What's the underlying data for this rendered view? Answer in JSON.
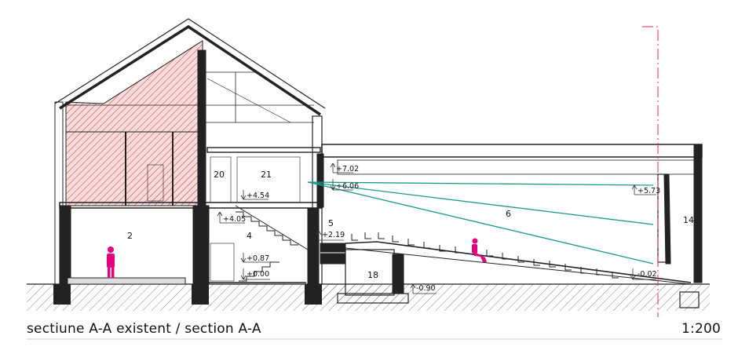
{
  "caption": {
    "title": "sectiune A-A existent / section A-A",
    "scale": "1:200"
  },
  "rooms": [
    {
      "id": "2",
      "label": "2"
    },
    {
      "id": "4",
      "label": "4"
    },
    {
      "id": "5",
      "label": "5"
    },
    {
      "id": "6",
      "label": "6"
    },
    {
      "id": "14",
      "label": "14"
    },
    {
      "id": "18",
      "label": "18"
    },
    {
      "id": "20",
      "label": "20"
    },
    {
      "id": "21",
      "label": "21"
    }
  ],
  "levels": [
    {
      "id": "l702",
      "label": "+7.02"
    },
    {
      "id": "l606",
      "label": "+6.06"
    },
    {
      "id": "l573",
      "label": "+5.73"
    },
    {
      "id": "l454",
      "label": "+4.54"
    },
    {
      "id": "l405",
      "label": "+4.05"
    },
    {
      "id": "l219",
      "label": "+2.19"
    },
    {
      "id": "l087",
      "label": "+0.87"
    },
    {
      "id": "l000",
      "label": "+0.00"
    },
    {
      "id": "lm002",
      "label": "-0.02"
    },
    {
      "id": "lm090",
      "label": "-0.90"
    }
  ],
  "colors": {
    "demolition_hatch": "#d2262d",
    "sightline": "#1a9a8f",
    "human_figure": "#e5007e",
    "section_line": "#e0303a",
    "ground_hatch": "#444444"
  }
}
